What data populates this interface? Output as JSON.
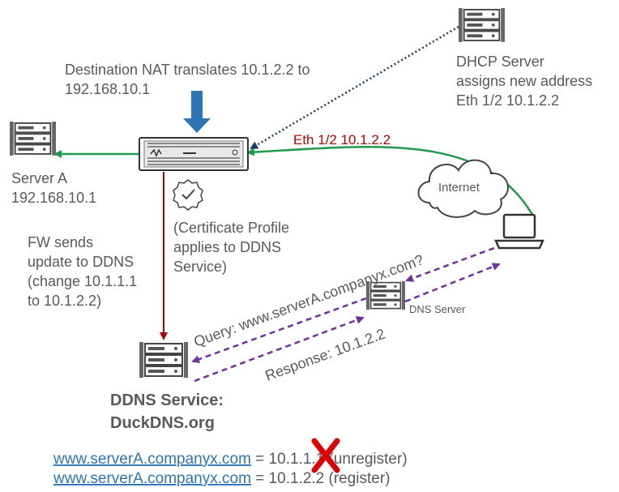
{
  "colors": {
    "text": "#595959",
    "red_line": "#b00000",
    "green_line": "#1f9a4b",
    "dotted_line": "#1f3864",
    "purple_dashed": "#7030a0",
    "nat_arrow": "#2e75b6",
    "link": "#2e75b6",
    "x_mark": "#e00000"
  },
  "icons": {
    "server": "server-rack-icon",
    "firewall": "firewall-appliance-icon",
    "cloud": "cloud-icon",
    "laptop": "laptop-icon",
    "certificate": "certificate-seal-icon"
  },
  "labels": {
    "nat_line1": "Destination NAT translates 10.1.2.2 to",
    "nat_line2": "192.168.10.1",
    "dhcp_line1": "DHCP Server",
    "dhcp_line2": "assigns new address",
    "dhcp_line3": "Eth 1/2 10.1.2.2",
    "eth": "Eth 1/2  10.1.2.2",
    "server_a_name": "Server A",
    "server_a_ip": "192.168.10.1",
    "internet": "Internet",
    "cert_line1": "(Certificate Profile",
    "cert_line2": "applies to DDNS",
    "cert_line3": "Service)",
    "fw_line1": "FW sends",
    "fw_line2": "update to DDNS",
    "fw_line3": "(change 10.1.1.1",
    "fw_line4": " to 10.1.2.2)",
    "dns_server": "DNS Server",
    "query": "Query: www.serverA.companyx.com?",
    "response": "Response: 10.1.2.2",
    "ddns_line1": "DDNS Service:",
    "ddns_line2": "DuckDNS.org"
  },
  "records": [
    {
      "link": "www.serverA.companyx.com",
      "value": " = 10.1.1.1 (unregister)"
    },
    {
      "link": "www.serverA.companyx.com",
      "value": " = 10.1.2.2 (register)"
    }
  ]
}
